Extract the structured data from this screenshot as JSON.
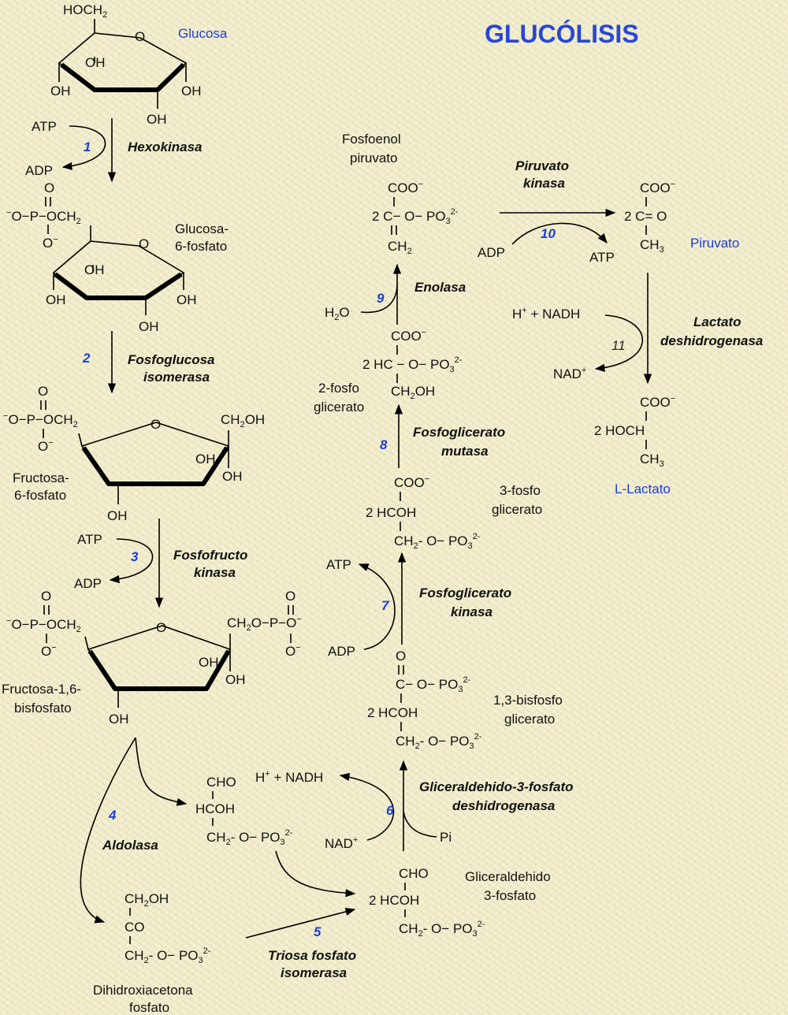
{
  "title": "GLUCÓLISIS",
  "colors": {
    "title": "#2747d6",
    "compound_name": "#1a3fd8",
    "step_number": "#1d3fd6",
    "background": "#f2edcc"
  },
  "compounds": {
    "glucosa": "Glucosa",
    "g6p_line1": "Glucosa-",
    "g6p_line2": "6-fosfato",
    "f6p_line1": "Fructosa-",
    "f6p_line2": "6-fosfato",
    "f16bp_line1": "Fructosa-1,6-",
    "f16bp_line2": "bisfosfato",
    "dhap_line1": "Dihidroxiacetona",
    "dhap_line2": "fosfato",
    "g3p_line1": "Gliceraldehido",
    "g3p_line2": "3-fosfato",
    "bpg_line1": "1,3-bisfosfo",
    "bpg_line2": "glicerato",
    "pg3_line1": "3-fosfo",
    "pg3_line2": "glicerato",
    "pg2_line1": "2-fosfo",
    "pg2_line2": "glicerato",
    "pep_line1": "Fosfoenol",
    "pep_line2": "piruvato",
    "piruvato": "Piruvato",
    "lactato": "L-Lactato"
  },
  "steps": [
    {
      "number": "1",
      "enzyme": "Hexokinasa"
    },
    {
      "number": "2",
      "enzyme_line1": "Fosfoglucosa",
      "enzyme_line2": "isomerasa"
    },
    {
      "number": "3",
      "enzyme_line1": "Fosfofructo",
      "enzyme_line2": "kinasa"
    },
    {
      "number": "4",
      "enzyme": "Aldolasa"
    },
    {
      "number": "5",
      "enzyme_line1": "Triosa fosfato",
      "enzyme_line2": "isomerasa"
    },
    {
      "number": "6",
      "enzyme_line1": "Gliceraldehido-3-fosfato",
      "enzyme_line2": "deshidrogenasa"
    },
    {
      "number": "7",
      "enzyme_line1": "Fosfoglicerato",
      "enzyme_line2": "kinasa"
    },
    {
      "number": "8",
      "enzyme_line1": "Fosfoglicerato",
      "enzyme_line2": "mutasa"
    },
    {
      "number": "9",
      "enzyme": "Enolasa"
    },
    {
      "number": "10",
      "enzyme_line1": "Piruvato",
      "enzyme_line2": "kinasa"
    },
    {
      "number": "11",
      "enzyme_line1": "Lactato",
      "enzyme_line2": "deshidrogenasa"
    }
  ],
  "cofactors": {
    "atp": "ATP",
    "adp": "ADP",
    "h2o": "H",
    "h2o_sub": "2",
    "h2o_tail": "O",
    "nadh": "H",
    "nadh_plus": "+",
    "nadh_tail": " + NADH",
    "nad": "NAD",
    "nad_plus": "+",
    "pi": "Pi"
  }
}
